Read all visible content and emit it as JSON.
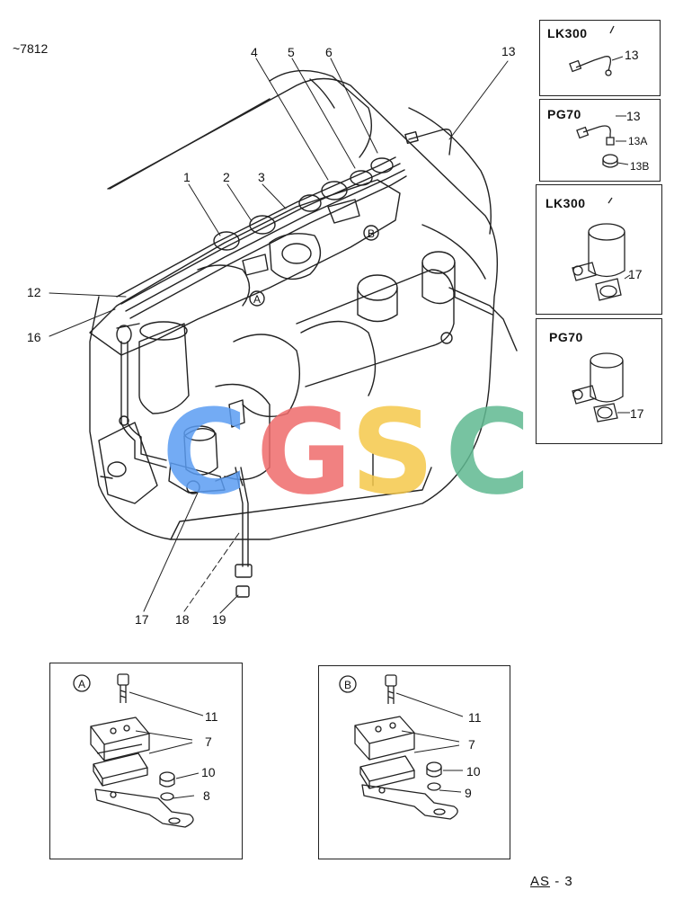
{
  "page_code": "~7812",
  "page_ref": {
    "prefix": "AS",
    "suffix": "- 3"
  },
  "watermark": {
    "letters": [
      "C",
      "G",
      "S",
      "C"
    ],
    "colors": [
      "#5b9cf2",
      "#ef6b6b",
      "#f5c84a",
      "#5fb891"
    ]
  },
  "main_labels": {
    "l1": "1",
    "l2": "2",
    "l3": "3",
    "l4": "4",
    "l5": "5",
    "l6": "6",
    "l12": "12",
    "l13": "13",
    "l16": "16",
    "l17": "17",
    "l18": "18",
    "l19": "19",
    "callout_a": "A",
    "callout_b": "B"
  },
  "side_panels": [
    {
      "model": "LK300",
      "labels": [
        "13"
      ]
    },
    {
      "model": "PG70",
      "labels": [
        "13",
        "13A",
        "13B"
      ]
    },
    {
      "model": "LK300",
      "labels": [
        "17"
      ]
    },
    {
      "model": "PG70",
      "labels": [
        "17"
      ]
    }
  ],
  "detail_a": {
    "tag": "A",
    "labels": {
      "bolt": "11",
      "clamp": "7",
      "nut": "10",
      "bracket": "8"
    }
  },
  "detail_b": {
    "tag": "B",
    "labels": {
      "bolt": "11",
      "clamp": "7",
      "nut": "10",
      "bracket": "9"
    }
  }
}
